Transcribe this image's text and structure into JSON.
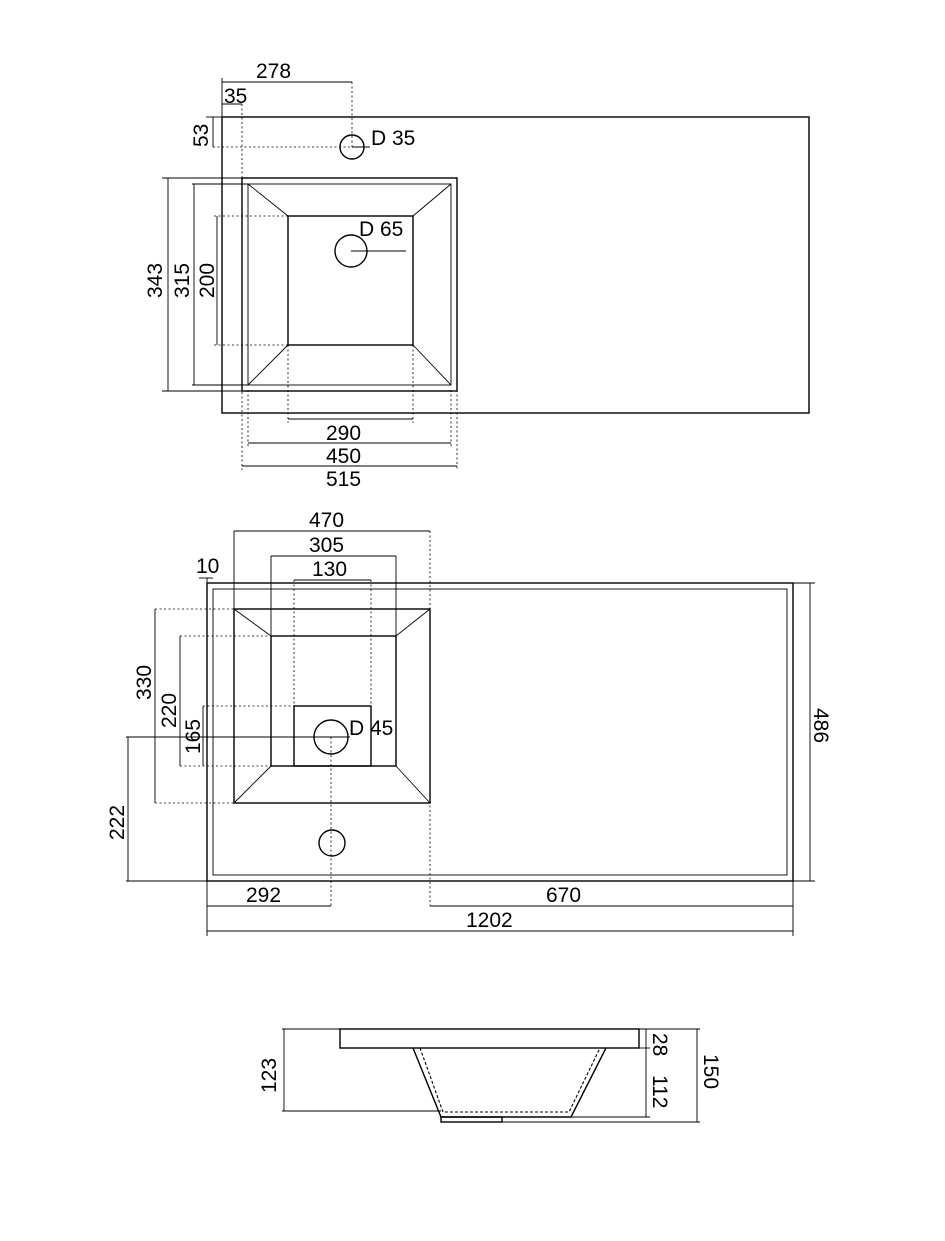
{
  "top_view": {
    "dims": {
      "d278": "278",
      "d35": "35",
      "d53": "53",
      "hole_top": "D 35",
      "drain": "D 65",
      "d343": "343",
      "d315": "315",
      "d200": "200",
      "d290": "290",
      "d450": "450",
      "d515": "515"
    }
  },
  "middle_view": {
    "dims": {
      "d470": "470",
      "d305": "305",
      "d130": "130",
      "d10": "10",
      "d330": "330",
      "d220": "220",
      "d165": "165",
      "drain": "D 45",
      "d222": "222",
      "d486": "486",
      "d292": "292",
      "d670": "670",
      "d1202": "1202"
    }
  },
  "side_view": {
    "dims": {
      "d123": "123",
      "d28": "28",
      "d112": "112",
      "d150": "150"
    }
  }
}
